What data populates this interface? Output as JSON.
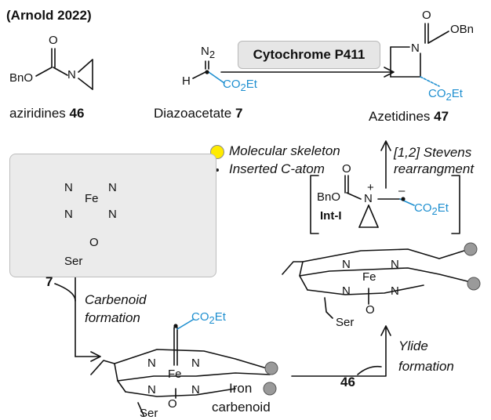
{
  "header": {
    "title": "(Arnold 2022)"
  },
  "reagents": {
    "aziridine": {
      "name": "aziridines",
      "number": "46",
      "bno": "BnO",
      "o": "O",
      "n": "N"
    },
    "diazo": {
      "name": "Diazoacetate",
      "number": "7",
      "n2": "N",
      "n2_sub": "2",
      "h": "H",
      "ester": "CO",
      "ester_sub": "2",
      "ester_end": "Et"
    },
    "product": {
      "name": "Azetidines",
      "number": "47",
      "o": "O",
      "obn": "OBn",
      "n": "N",
      "ester": "CO",
      "ester_sub": "2",
      "ester_end": "Et"
    }
  },
  "catalyst": {
    "label": "Cytochrome P411"
  },
  "legend": {
    "skeleton": "Molecular skeleton",
    "inserted": "Inserted C-atom"
  },
  "steps": {
    "stevens_1": "[1,2] Stevens",
    "stevens_2": "rearrangment",
    "carbenoid_1": "Carbenoid",
    "carbenoid_2": "formation",
    "ylide_1": "Ylide",
    "ylide_2": "formation",
    "reagent7": "7",
    "reagent46": "46"
  },
  "intermediate": {
    "label": "Int-I",
    "bno": "BnO",
    "o": "O",
    "n": "N",
    "plus": "+",
    "minus": "–",
    "ester": "CO",
    "ester_sub": "2",
    "ester_end": "Et"
  },
  "heme": {
    "fe": "Fe",
    "n": "N",
    "o": "O",
    "ser": "Ser"
  },
  "carbenoid": {
    "label_1": "Iron",
    "label_2": "carbenoid",
    "ester": "CO",
    "ester_sub": "2",
    "ester_end": "Et"
  },
  "colors": {
    "accent_blue": "#1e8fd0",
    "skeleton_yellow": "#ffeb00",
    "node_gray": "#9a9a9a",
    "panel_gray": "#ebebeb"
  }
}
